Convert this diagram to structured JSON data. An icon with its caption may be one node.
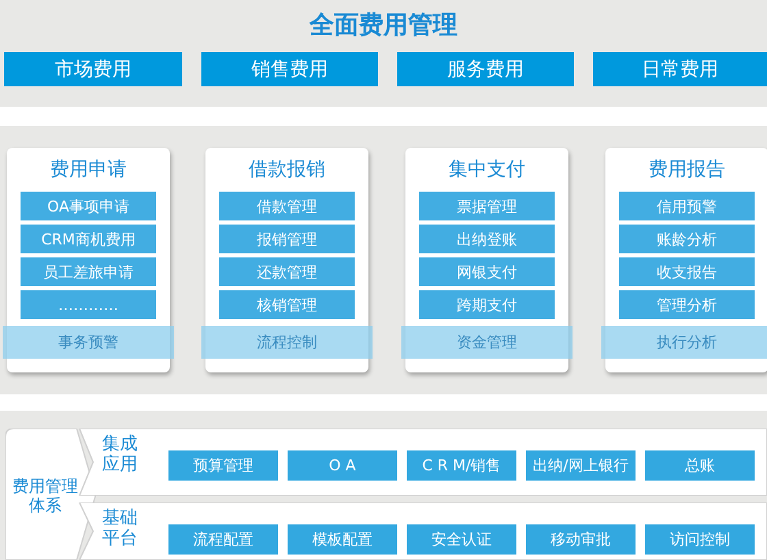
{
  "diagram": {
    "title": "全面费用管理",
    "nodes": [
      {
        "text": [
          "市场费用"
        ]
      },
      {
        "text": [
          "销售费用"
        ]
      },
      {
        "text": [
          "服务费用"
        ]
      },
      {
        "text": [
          "日常费用"
        ]
      },
      {
        "text": [
          "费用申请"
        ]
      },
      {
        "text": [
          "OA事项申请"
        ],
        "in": 4
      },
      {
        "text": [
          "CRM商机费用"
        ],
        "in": 4
      },
      {
        "text": [
          "员工差旅申请"
        ],
        "in": 4
      },
      {
        "text": [
          "…………"
        ],
        "in": 4
      },
      {
        "text": [
          "事务预警"
        ],
        "in": 4
      },
      {
        "text": [
          "借款报销"
        ]
      },
      {
        "text": [
          "借款管理"
        ],
        "in": 10
      },
      {
        "text": [
          "报销管理"
        ],
        "in": 10
      },
      {
        "text": [
          "还款管理"
        ],
        "in": 10
      },
      {
        "text": [
          "核销管理"
        ],
        "in": 10
      },
      {
        "text": [
          "流程控制"
        ],
        "in": 10
      },
      {
        "text": [
          "集中支付"
        ]
      },
      {
        "text": [
          "票据管理"
        ],
        "in": 16
      },
      {
        "text": [
          "出纳登账"
        ],
        "in": 16
      },
      {
        "text": [
          "网银支付"
        ],
        "in": 16
      },
      {
        "text": [
          "跨期支付"
        ],
        "in": 16
      },
      {
        "text": [
          "资金管理"
        ],
        "in": 16
      },
      {
        "text": [
          "费用报告"
        ]
      },
      {
        "text": [
          "信用预警"
        ],
        "in": 22
      },
      {
        "text": [
          "账龄分析"
        ],
        "in": 22
      },
      {
        "text": [
          "收支报告"
        ],
        "in": 22
      },
      {
        "text": [
          "管理分析"
        ],
        "in": 22
      },
      {
        "text": [
          "执行分析"
        ],
        "in": 22
      },
      {
        "text": [
          "费用管理体系"
        ]
      },
      {
        "text": [
          "集成应用"
        ]
      },
      {
        "text": [
          "预算管理"
        ],
        "in": 29
      },
      {
        "text": [
          "O A"
        ],
        "in": 29
      },
      {
        "text": [
          "C R M/销售"
        ],
        "in": 29
      },
      {
        "text": [
          "出纳/网上银行"
        ],
        "in": 29
      },
      {
        "text": [
          "总账"
        ],
        "in": 29
      },
      {
        "text": [
          "基础平台"
        ]
      },
      {
        "text": [
          "流程配置"
        ],
        "in": 35
      },
      {
        "text": [
          "模板配置"
        ],
        "in": 35
      },
      {
        "text": [
          "安全认证"
        ],
        "in": 35
      },
      {
        "text": [
          "移动审批"
        ],
        "in": 35
      },
      {
        "text": [
          "访问控制"
        ],
        "in": 35
      }
    ]
  }
}
